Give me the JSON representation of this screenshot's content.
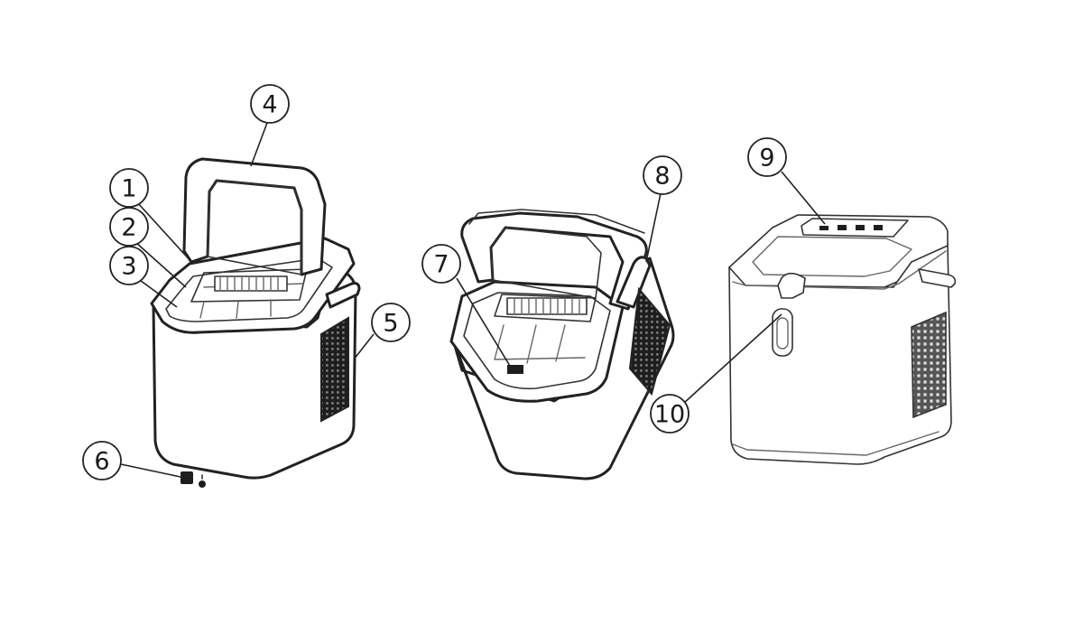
{
  "figure": {
    "units": [
      {
        "name": "open-lid-front"
      },
      {
        "name": "open-lid-rear"
      },
      {
        "name": "closed-front"
      }
    ],
    "callouts": [
      {
        "label": "1"
      },
      {
        "label": "2"
      },
      {
        "label": "3"
      },
      {
        "label": "4"
      },
      {
        "label": "5"
      },
      {
        "label": "6"
      },
      {
        "label": "7"
      },
      {
        "label": "8"
      },
      {
        "label": "9"
      },
      {
        "label": "10"
      }
    ]
  },
  "colors": {
    "line": "#222222",
    "background": "#ffffff",
    "grille": "#1e1e1e"
  }
}
